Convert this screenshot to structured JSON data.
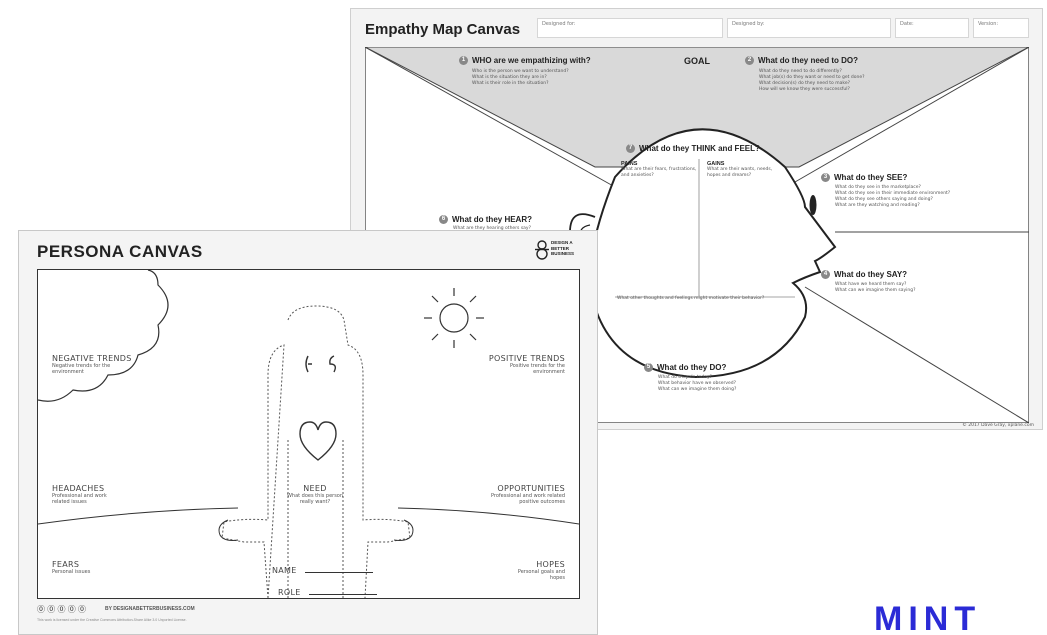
{
  "empathy_map": {
    "title": "Empathy Map Canvas",
    "header_fields": [
      "Designed for:",
      "Designed by:",
      "Date:",
      "Version:"
    ],
    "goal_label": "GOAL",
    "sections": {
      "who": {
        "num": "1",
        "title": "WHO are we empathizing with?",
        "sub": [
          "Who is the person we want to understand?",
          "What is the situation they are in?",
          "What is their role in the situation?"
        ]
      },
      "do_need": {
        "num": "2",
        "title": "What do they need to DO?",
        "sub": [
          "What do they need to do differently?",
          "What job(s) do they want or need to get done?",
          "What decision(s) do they need to make?",
          "How will we know they were successful?"
        ]
      },
      "see": {
        "num": "3",
        "title": "What do they SEE?",
        "sub": [
          "What do they see in the marketplace?",
          "What do they see in their immediate environment?",
          "What do they see others saying and doing?",
          "What are they watching and reading?"
        ]
      },
      "say": {
        "num": "4",
        "title": "What do they SAY?",
        "sub": [
          "What have we heard them say?",
          "What can we imagine them saying?"
        ]
      },
      "do": {
        "num": "5",
        "title": "What do they DO?",
        "sub": [
          "What do they do today?",
          "What behavior have we observed?",
          "What can we imagine them doing?"
        ]
      },
      "hear": {
        "num": "6",
        "title": "What do they HEAR?",
        "sub": [
          "What are they hearing others say?"
        ]
      },
      "think": {
        "num": "7",
        "title": "What do they THINK and FEEL?"
      }
    },
    "pains": {
      "title": "PAINS",
      "sub": "What are their fears, frustrations, and anxieties?"
    },
    "gains": {
      "title": "GAINS",
      "sub": "What are their wants, needs, hopes and dreams?"
    },
    "bottom_text": "What other thoughts and feelings might motivate their behavior?",
    "copyright": "© 2017 Dave Gray, xplane.com"
  },
  "persona": {
    "title": "PERSONA CANVAS",
    "brand": [
      "DESIGN A",
      "BETTER",
      "BUSINESS"
    ],
    "negative": {
      "title": "NEGATIVE TRENDS",
      "sub": "Negative trends for the environment"
    },
    "positive": {
      "title": "POSITIVE TRENDS",
      "sub": "Positive trends for the environment"
    },
    "headaches": {
      "title": "HEADACHES",
      "sub": "Professional and work related issues"
    },
    "opportunities": {
      "title": "OPPORTUNITIES",
      "sub": "Professional and work related positive outcomes"
    },
    "need": {
      "title": "NEED",
      "sub": "What does this person really want?"
    },
    "fears": {
      "title": "FEARS",
      "sub": "Personal issues"
    },
    "hopes": {
      "title": "HOPES",
      "sub": "Personal goals and hopes"
    },
    "name_label": "NAME",
    "role_label": "ROLE",
    "footer_url": "BY DESIGNABETTERBUSINESS.COM",
    "footer_small": "This work is licensed under the Creative Commons Attribution-Share Alike 3.0 Unported License."
  },
  "watermark": "MINT"
}
